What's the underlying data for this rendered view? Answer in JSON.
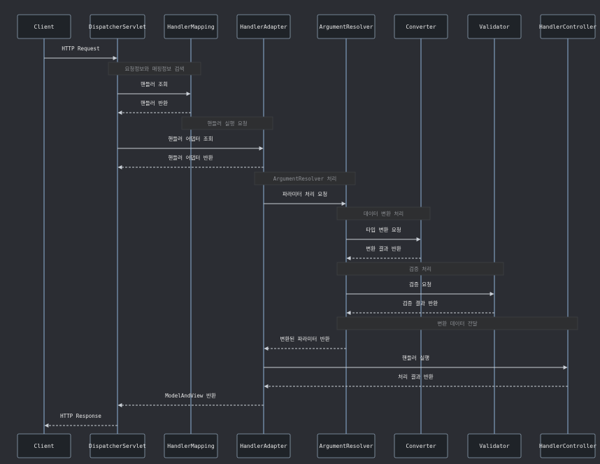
{
  "participants": [
    {
      "id": "client",
      "label": "Client"
    },
    {
      "id": "dispatcher",
      "label": "DispatcherServlet"
    },
    {
      "id": "mapping",
      "label": "HandlerMapping"
    },
    {
      "id": "adapter",
      "label": "HandlerAdapter"
    },
    {
      "id": "resolver",
      "label": "ArgumentResolver"
    },
    {
      "id": "converter",
      "label": "Converter"
    },
    {
      "id": "validator",
      "label": "Validator"
    },
    {
      "id": "controller",
      "label": "HandlerController"
    }
  ],
  "steps": [
    {
      "kind": "message",
      "from": "client",
      "to": "dispatcher",
      "label": "HTTP Request",
      "dashed": false
    },
    {
      "kind": "note",
      "over": [
        "dispatcher",
        "mapping"
      ],
      "label": "요청정보와 매핑정보 검색"
    },
    {
      "kind": "message",
      "from": "dispatcher",
      "to": "mapping",
      "label": "핸들러 조회",
      "dashed": false
    },
    {
      "kind": "message",
      "from": "mapping",
      "to": "dispatcher",
      "label": "핸들러 반환",
      "dashed": true
    },
    {
      "kind": "note",
      "over": [
        "mapping",
        "adapter"
      ],
      "label": "핸들러 실행 요청"
    },
    {
      "kind": "message",
      "from": "dispatcher",
      "to": "adapter",
      "label": "핸들러 어댑터 조회",
      "dashed": false
    },
    {
      "kind": "message",
      "from": "adapter",
      "to": "dispatcher",
      "label": "핸들러 어댑터 반환",
      "dashed": true
    },
    {
      "kind": "note",
      "over": [
        "adapter",
        "resolver"
      ],
      "label": "ArgumentResolver 처리"
    },
    {
      "kind": "message",
      "from": "adapter",
      "to": "resolver",
      "label": "파라미터 처리 요청",
      "dashed": false
    },
    {
      "kind": "note",
      "over": [
        "resolver",
        "converter"
      ],
      "label": "데이터 변환 처리"
    },
    {
      "kind": "message",
      "from": "resolver",
      "to": "converter",
      "label": "타입 변환 요청",
      "dashed": false
    },
    {
      "kind": "message",
      "from": "converter",
      "to": "resolver",
      "label": "변환 결과 반환",
      "dashed": true
    },
    {
      "kind": "note",
      "over": [
        "resolver",
        "validator"
      ],
      "label": "검증 처리"
    },
    {
      "kind": "message",
      "from": "resolver",
      "to": "validator",
      "label": "검증 요청",
      "dashed": false
    },
    {
      "kind": "message",
      "from": "validator",
      "to": "resolver",
      "label": "검증 결과 반환",
      "dashed": true
    },
    {
      "kind": "note",
      "over": [
        "resolver",
        "controller"
      ],
      "label": "변환 데이터 전달"
    },
    {
      "kind": "message",
      "from": "resolver",
      "to": "adapter",
      "label": "변환된 파라미터 반환",
      "dashed": true
    },
    {
      "kind": "message",
      "from": "adapter",
      "to": "controller",
      "label": "핸들러 실행",
      "dashed": false
    },
    {
      "kind": "message",
      "from": "controller",
      "to": "adapter",
      "label": "처리 결과 반환",
      "dashed": true
    },
    {
      "kind": "message",
      "from": "adapter",
      "to": "dispatcher",
      "label": "ModelAndView 반환",
      "dashed": true
    },
    {
      "kind": "message",
      "from": "dispatcher",
      "to": "client",
      "label": "HTTP Response",
      "dashed": true
    }
  ]
}
